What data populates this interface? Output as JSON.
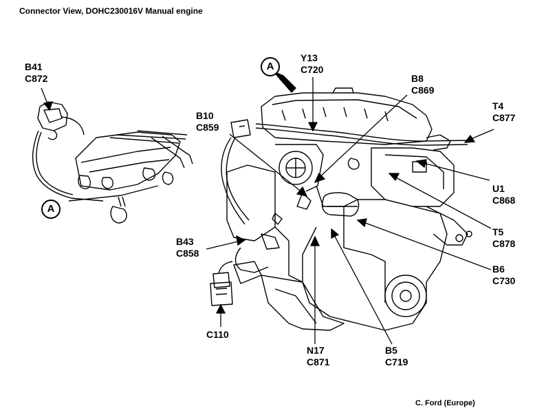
{
  "title": "Connector View, DOHC230016V Manual engine",
  "credit": "C. Ford (Europe)",
  "callouts": {
    "inset": "A",
    "main": "A"
  },
  "labels": {
    "b41": {
      "loc": "B41",
      "conn": "C872"
    },
    "y13": {
      "loc": "Y13",
      "conn": "C720"
    },
    "b8": {
      "loc": "B8",
      "conn": "C869"
    },
    "b10": {
      "loc": "B10",
      "conn": "C859"
    },
    "t4": {
      "loc": "T4",
      "conn": "C877"
    },
    "u1": {
      "loc": "U1",
      "conn": "C868"
    },
    "t5": {
      "loc": "T5",
      "conn": "C878"
    },
    "b43": {
      "loc": "B43",
      "conn": "C858"
    },
    "b6": {
      "loc": "B6",
      "conn": "C730"
    },
    "c110": {
      "conn": "C110"
    },
    "n17": {
      "loc": "N17",
      "conn": "C871"
    },
    "b5": {
      "loc": "B5",
      "conn": "C719"
    }
  }
}
